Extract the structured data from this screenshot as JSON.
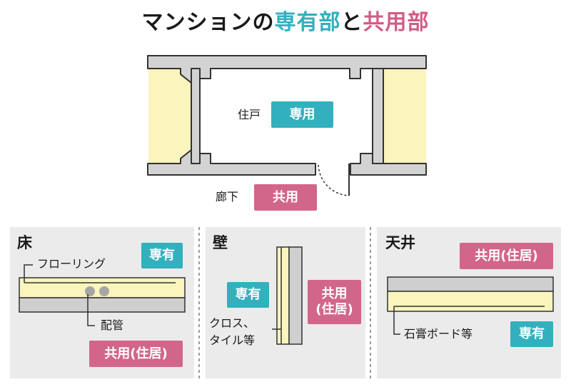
{
  "title": {
    "part1": "マンションの",
    "exclusive": "専有部",
    "part2": "と",
    "common": "共用部"
  },
  "floorplan": {
    "unit_label": "住戸",
    "unit_badge": "専用",
    "corridor_label": "廊下",
    "corridor_badge": "共用"
  },
  "panels": {
    "floor": {
      "title": "床",
      "layer_label": "フローリング",
      "pipe_label": "配管",
      "badge_exclusive": "専有",
      "badge_common": "共用(住居)"
    },
    "wall": {
      "title": "壁",
      "layer_label_line1": "クロス、",
      "layer_label_line2": "タイル等",
      "badge_exclusive": "専有",
      "badge_common_line1": "共用",
      "badge_common_line2": "(住居)"
    },
    "ceiling": {
      "title": "天井",
      "layer_label": "石膏ボード等",
      "badge_common": "共用(住居)",
      "badge_exclusive": "専有"
    }
  },
  "colors": {
    "teal": "#33b0be",
    "pink": "#d2668a",
    "cream": "#faf4bd",
    "concrete": "#d3d3d3",
    "panel_bg": "#ebebeb"
  }
}
